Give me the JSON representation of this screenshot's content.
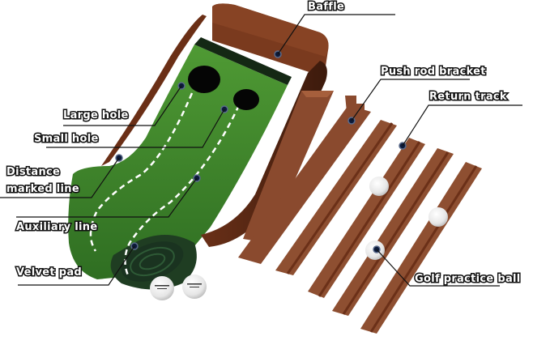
{
  "diagram": {
    "subject": "Golf putting practice mat with ball return track",
    "labels": {
      "baffle": "Baffle",
      "push_rod_bracket": "Push rod bracket",
      "return_track": "Return track",
      "large_hole": "Large hole",
      "small_hole": "Small hole",
      "distance_marked_line_1": "Distance",
      "distance_marked_line_2": "marked line",
      "auxiliary_line": "Auxiliary line",
      "velvet_pad": "Velvet pad",
      "golf_practice_ball": "Golf practice ball"
    },
    "components": [
      {
        "name": "Baffle",
        "part": "wooden backstop"
      },
      {
        "name": "Push rod bracket",
        "part": "bracket piece"
      },
      {
        "name": "Return track",
        "part": "grooved wooden rail",
        "count": 4
      },
      {
        "name": "Large hole",
        "part": "cup"
      },
      {
        "name": "Small hole",
        "part": "cup"
      },
      {
        "name": "Distance marked line",
        "part": "mat marking"
      },
      {
        "name": "Auxiliary line",
        "part": "mat marking"
      },
      {
        "name": "Velvet pad",
        "part": "rolled green mat"
      },
      {
        "name": "Golf practice ball",
        "part": "ball",
        "count": 5
      }
    ],
    "colors": {
      "wood": "#8a4a2e",
      "wood_dark": "#5e2c17",
      "wood_light": "#a65f3c",
      "turf": "#3f8a2a",
      "turf_dark": "#1f4a1a",
      "hole": "#050505",
      "marker": "#0c1a3a",
      "leader": "#111111",
      "background": "#ffffff"
    }
  }
}
